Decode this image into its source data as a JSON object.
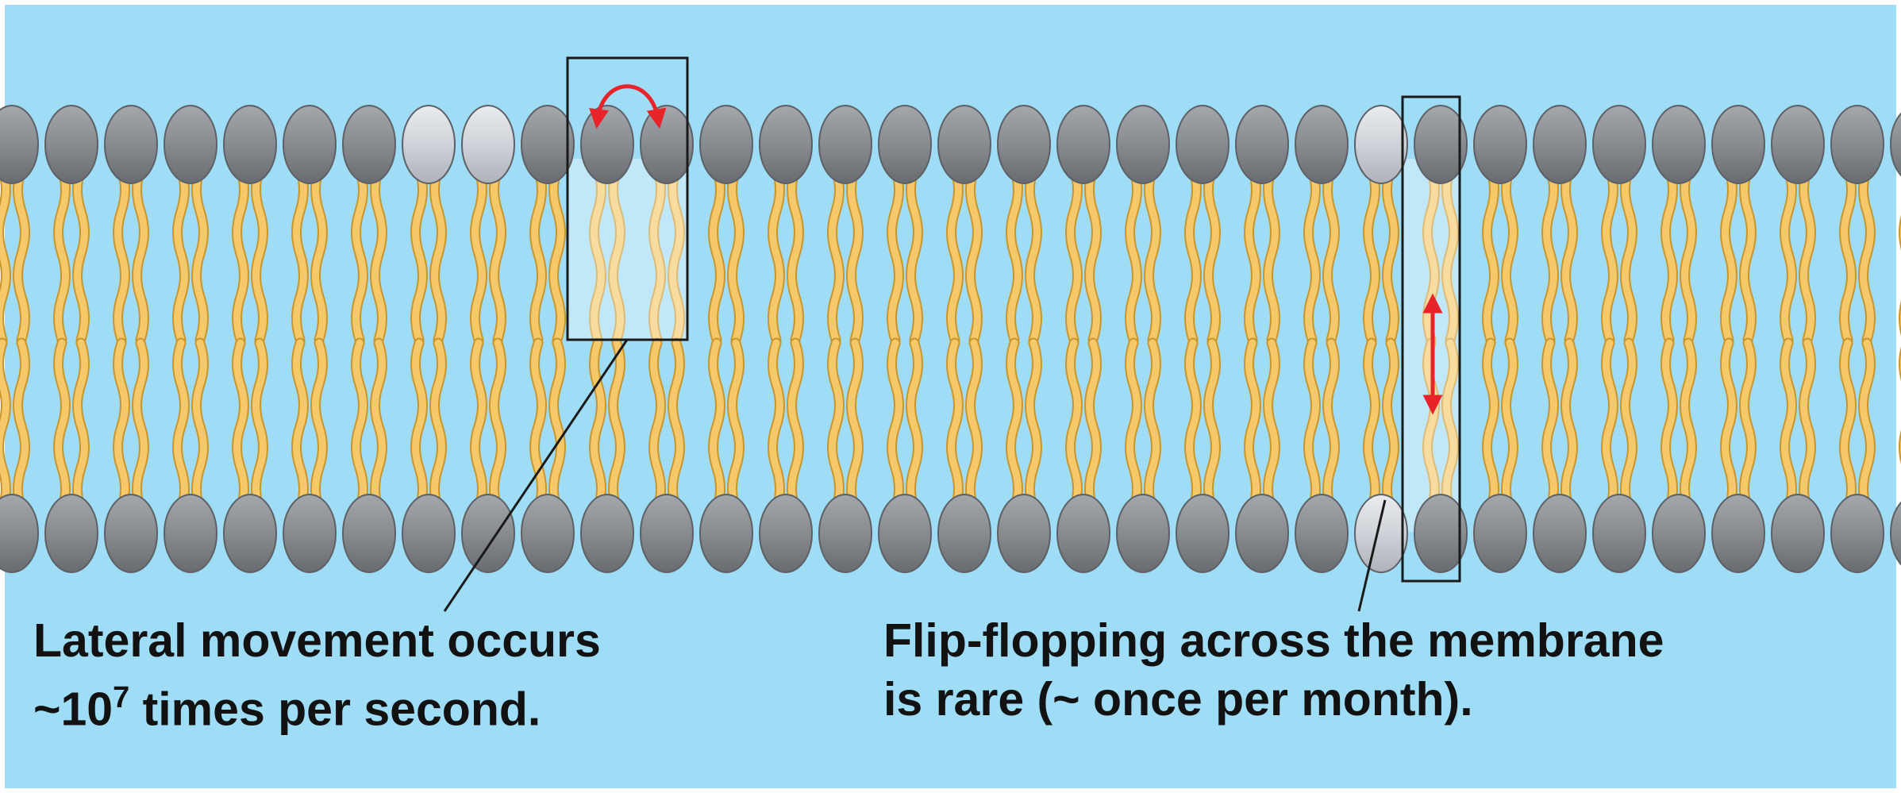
{
  "colors": {
    "background": "#9fdcf5",
    "head_gray": "#8a8d92",
    "head_highlight": "#cfd2d8",
    "tail_fill": "#f5c86a",
    "tail_stroke": "#c9962e",
    "frame": "#1a1a1a",
    "arrow": "#e8232a"
  },
  "lateral_caption": {
    "line1": "Lateral movement occurs",
    "prefix": "~10",
    "exponent": "7",
    "suffix": " times per second."
  },
  "flip_caption": {
    "line1": "Flip-flopping across the membrane",
    "line2": "is rare (~ once per month)."
  }
}
